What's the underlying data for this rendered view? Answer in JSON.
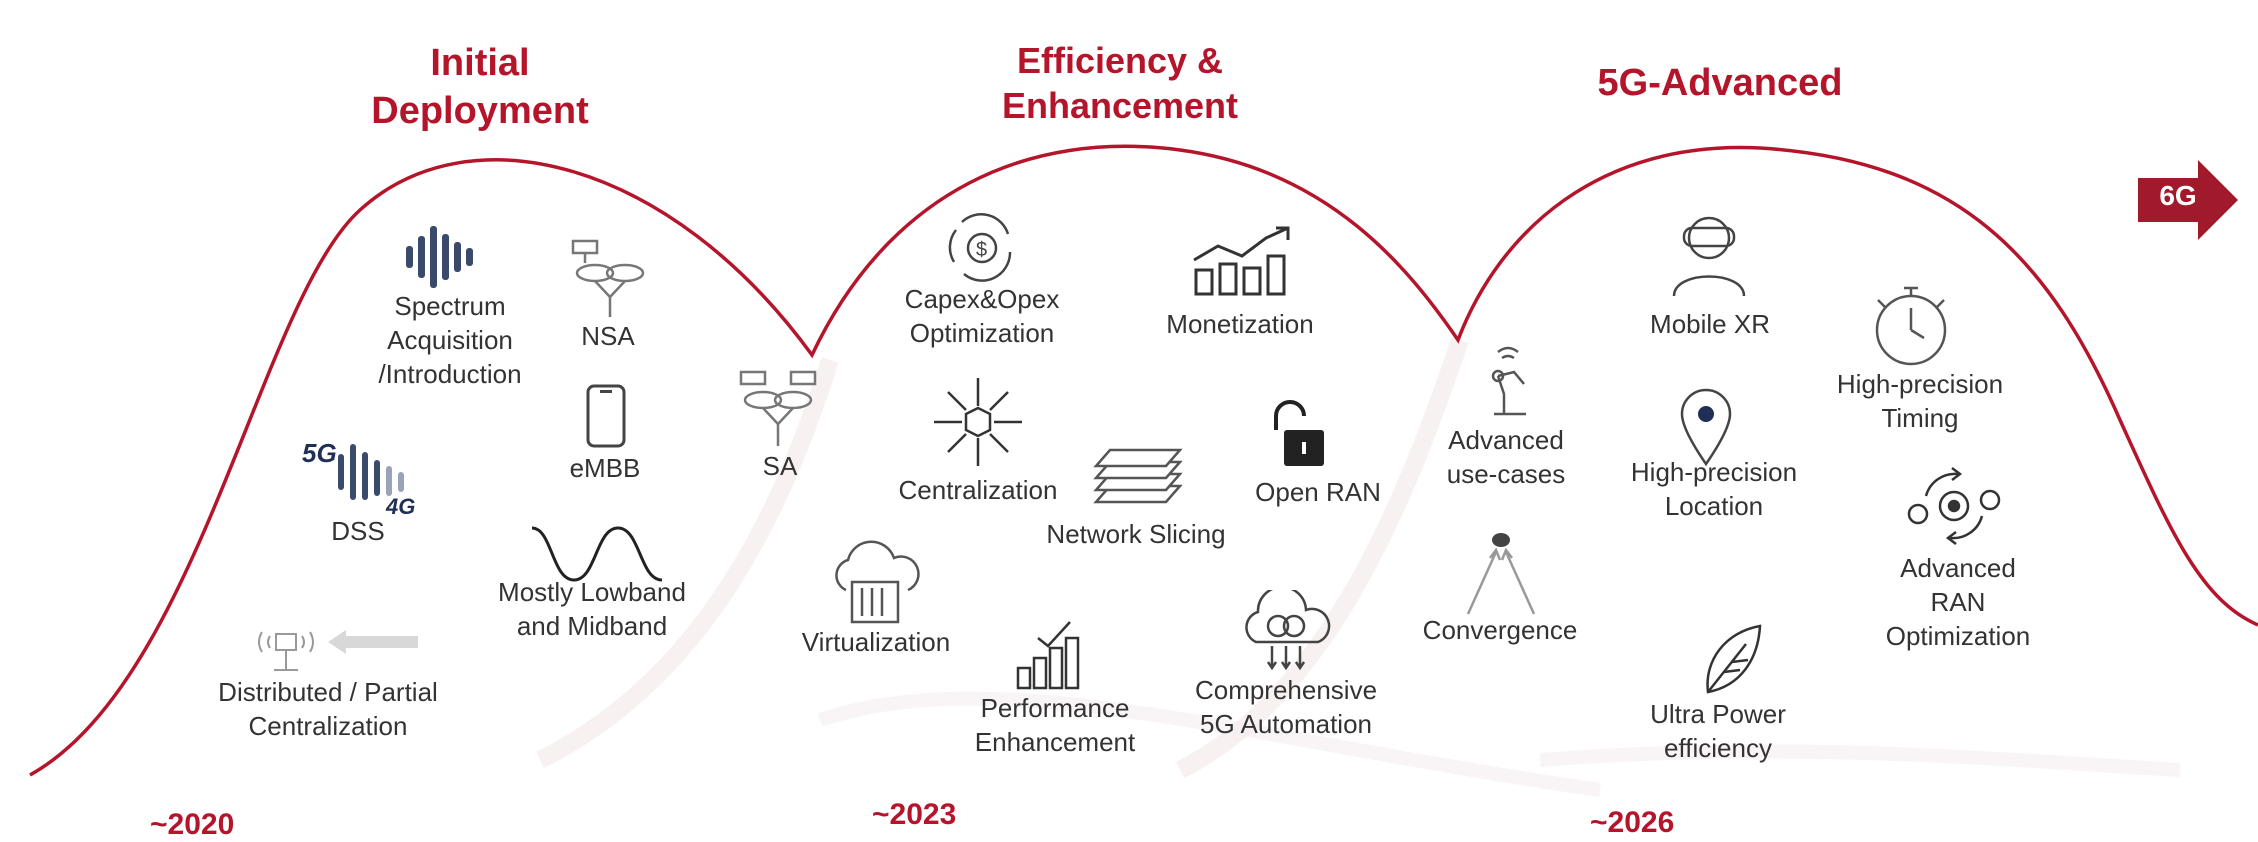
{
  "phases": [
    {
      "title_line1": "Initial",
      "title_line2": "Deployment"
    },
    {
      "title_line1": "Efficiency &",
      "title_line2": "Enhancement"
    },
    {
      "title_line1": "5G-Advanced"
    }
  ],
  "next_label": "6G",
  "years": [
    "~2020",
    "~2023",
    "~2026"
  ],
  "features": {
    "spectrum": "Spectrum\nAcquisition\n/Introduction",
    "nsa": "NSA",
    "dss": "DSS",
    "embb": "eMBB",
    "sa": "SA",
    "lowband": "Mostly Lowband\nand Midband",
    "distributed": "Distributed / Partial\nCentralization",
    "capex": "Capex&Opex\nOptimization",
    "monetization": "Monetization",
    "centralization": "Centralization",
    "open_ran": "Open RAN",
    "network_slicing": "Network Slicing",
    "virtualization": "Virtualization",
    "performance": "Performance\nEnhancement",
    "automation": "Comprehensive\n5G Automation",
    "advanced_use_cases": "Advanced\nuse-cases",
    "convergence": "Convergence",
    "mobile_xr": "Mobile XR",
    "location": "High-precision\nLocation",
    "timing": "High-precision\nTiming",
    "ran_opt": "Advanced\nRAN\nOptimization",
    "power": "Ultra Power\nefficiency"
  },
  "icon_texts": {
    "dss_5g": "5G",
    "dss_4g": "4G",
    "capex_symbol": "$"
  },
  "colors": {
    "accent": "#b5152b",
    "text": "#333333",
    "icon": "#555555",
    "icon_dark": "#3a4a6b"
  }
}
